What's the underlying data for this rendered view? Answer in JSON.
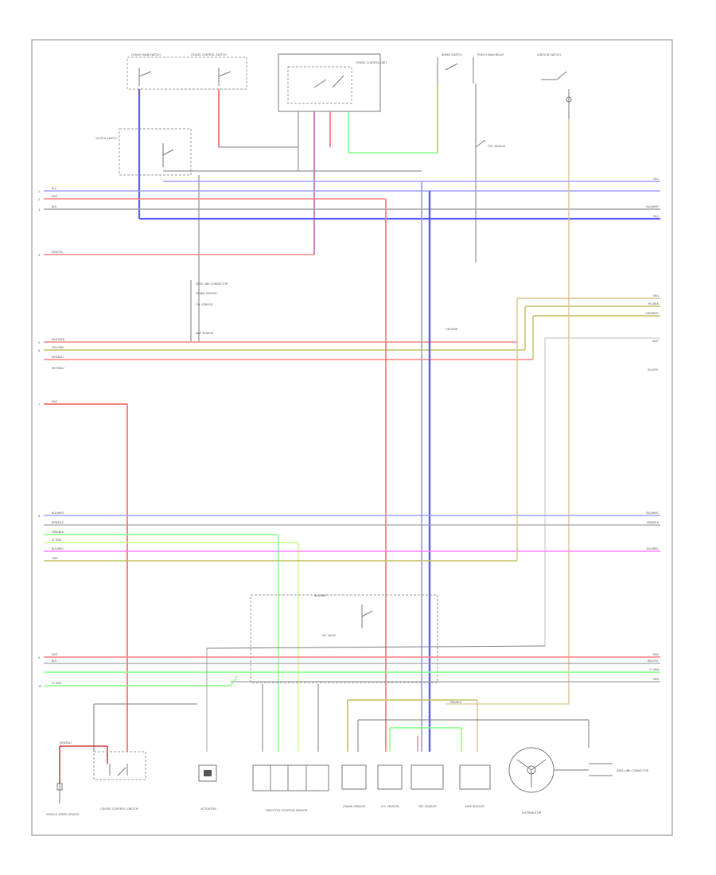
{
  "diagram": {
    "corner_label": "",
    "components": {
      "cruise_main_switch": "CRUISE MAIN SWITCH",
      "cruise_control_switch": "CRUISE CONTROL SWITCH",
      "brake_switch": "BRAKE SWITCH",
      "cruise_control_unit": "CRUISE CONTROL UNIT",
      "ignition_switch": "IGNITION SWITCH",
      "clutch_switch": "CLUTCH SWITCH",
      "actuator": "ACTUATOR",
      "vehicle_speed_sensor": "VEHICLE SPEED SENSOR",
      "distributor": "DISTRIBUTOR",
      "pgm_fi_main_relay": "PGM-FI MAIN RELAY",
      "tdc_sensor": "TDC SENSOR",
      "cyl_sensor": "CYL SENSOR",
      "crank_sensor": "CRANK SENSOR",
      "throttle_position_sensor": "THROTTLE POSITION SENSOR",
      "map_sensor": "MAP SENSOR",
      "iac_valve": "IAC VALVE",
      "data_link_connector": "DATA LINK CONNECTOR",
      "ground": "GROUND"
    },
    "wire_colors": {
      "blu": "BLU",
      "red": "RED",
      "red_yel": "RED/YEL",
      "yel_grn": "YEL/GRN",
      "grn_blk": "GRN/BLK",
      "blu_wht": "BLU/WHT",
      "pnk": "PNK",
      "blk": "BLK",
      "wht_blu": "WHT/BLU",
      "lt_grn": "LT GRN",
      "wht": "WHT",
      "brn_blk": "BRN/BLK",
      "yel_blk": "YEL/BLK",
      "grn_wht": "GRN/WHT",
      "blu_yel": "BLU/YEL",
      "red_blu": "RED/BLU",
      "wht_red": "WHT/RED",
      "org": "ORG",
      "org_blu": "ORG/BLU",
      "blu_red": "BLU/RED",
      "blk_wht": "BLK/WHT",
      "grn": "GRN"
    },
    "pin_labels": [
      "1",
      "2",
      "3",
      "4",
      "5",
      "6",
      "7",
      "8",
      "9",
      "10"
    ],
    "colors": {
      "blue": "#5a5aff",
      "red": "#ff8080",
      "pink": "#ff80ff",
      "light_green": "#80ff80",
      "yellow_tan": "#e0c090",
      "olive": "#c0c060",
      "gray": "#a0a0a0",
      "light_blue": "#a0a0ff",
      "dark_red": "#d04040",
      "frame": "#9a9a9a"
    }
  }
}
